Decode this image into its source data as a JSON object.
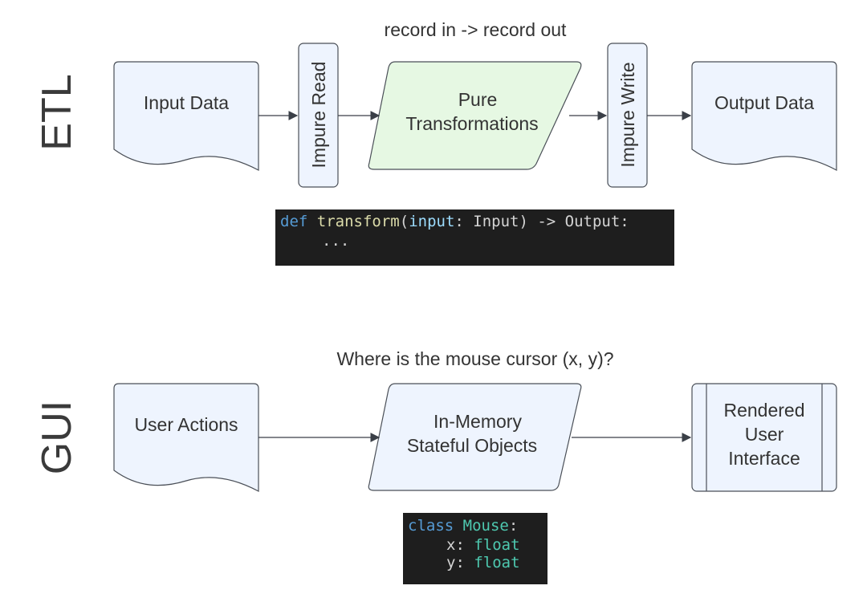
{
  "etl": {
    "section_label": "ETL",
    "caption": "record in -> record out",
    "nodes": {
      "input_data": "Input Data",
      "impure_read": "Impure Read",
      "pure_transform_line1": "Pure",
      "pure_transform_line2": "Transformations",
      "impure_write": "Impure Write",
      "output_data": "Output Data"
    },
    "code": {
      "line1": {
        "kw": "def",
        "fn": "transform",
        "open": "(",
        "param": "input",
        "rest": ": Input) -> Output:"
      },
      "line2": "..."
    }
  },
  "gui": {
    "section_label": "GUI",
    "caption": "Where is the mouse cursor (x, y)?",
    "nodes": {
      "user_actions": "User Actions",
      "stateful_line1": "In-Memory",
      "stateful_line2": "Stateful Objects",
      "rendered_line1": "Rendered",
      "rendered_line2": "User",
      "rendered_line3": "Interface"
    },
    "code": {
      "line1": {
        "kw": "class",
        "name": "Mouse",
        "colon": ":"
      },
      "line2": {
        "attr": "x: ",
        "type": "float"
      },
      "line3": {
        "attr": "y: ",
        "type": "float"
      }
    }
  },
  "colors": {
    "blue_fill": "#eef4fe",
    "green_fill": "#e6f8e3",
    "stroke": "#4a4f57",
    "code_bg": "#1e1e1e",
    "keyword": "#569cd6",
    "function": "#dcdcaa",
    "param": "#9cdcfe",
    "type": "#4ec9b0",
    "plain": "#d4d4d4"
  }
}
